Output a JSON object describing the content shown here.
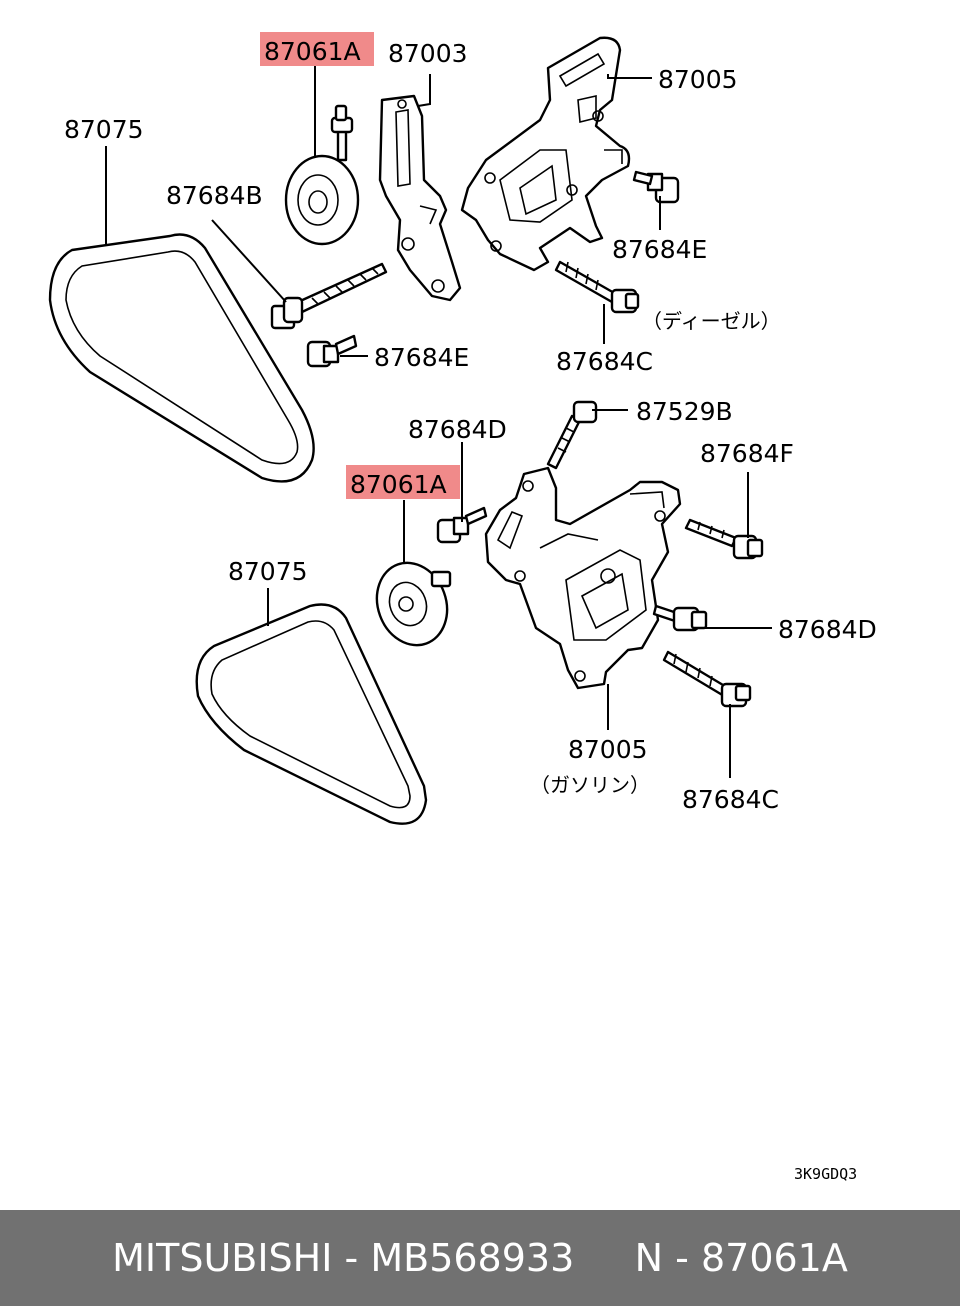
{
  "labels": {
    "pulley_top": "87061A",
    "pulley_bottom": "87061A",
    "tensioner_arm": "87003",
    "bracket_top": "87005",
    "bracket_bottom": "87005",
    "belt_top": "87075",
    "belt_bottom": "87075",
    "bolt_b": "87684B",
    "bolt_e_right": "87684E",
    "bolt_e_left": "87684E",
    "bolt_c_top": "87684C",
    "bolt_c_bottom": "87684C",
    "bolt_d_left": "87684D",
    "bolt_d_right": "87684D",
    "bolt_f": "87684F",
    "bolt_529b": "87529B",
    "note_diesel": "（ディーゼル）",
    "note_gasoline": "（ガソリン）",
    "drawing_code": "3K9GDQ3"
  },
  "colors": {
    "highlight": "#f08a8a",
    "footer_bg": "#717171",
    "footer_text": "#ffffff"
  },
  "footer": {
    "brand": "MITSUBISHI",
    "sep1": " - ",
    "part_number": "MB568933",
    "gap": "     ",
    "ref": "N - 87061A"
  }
}
